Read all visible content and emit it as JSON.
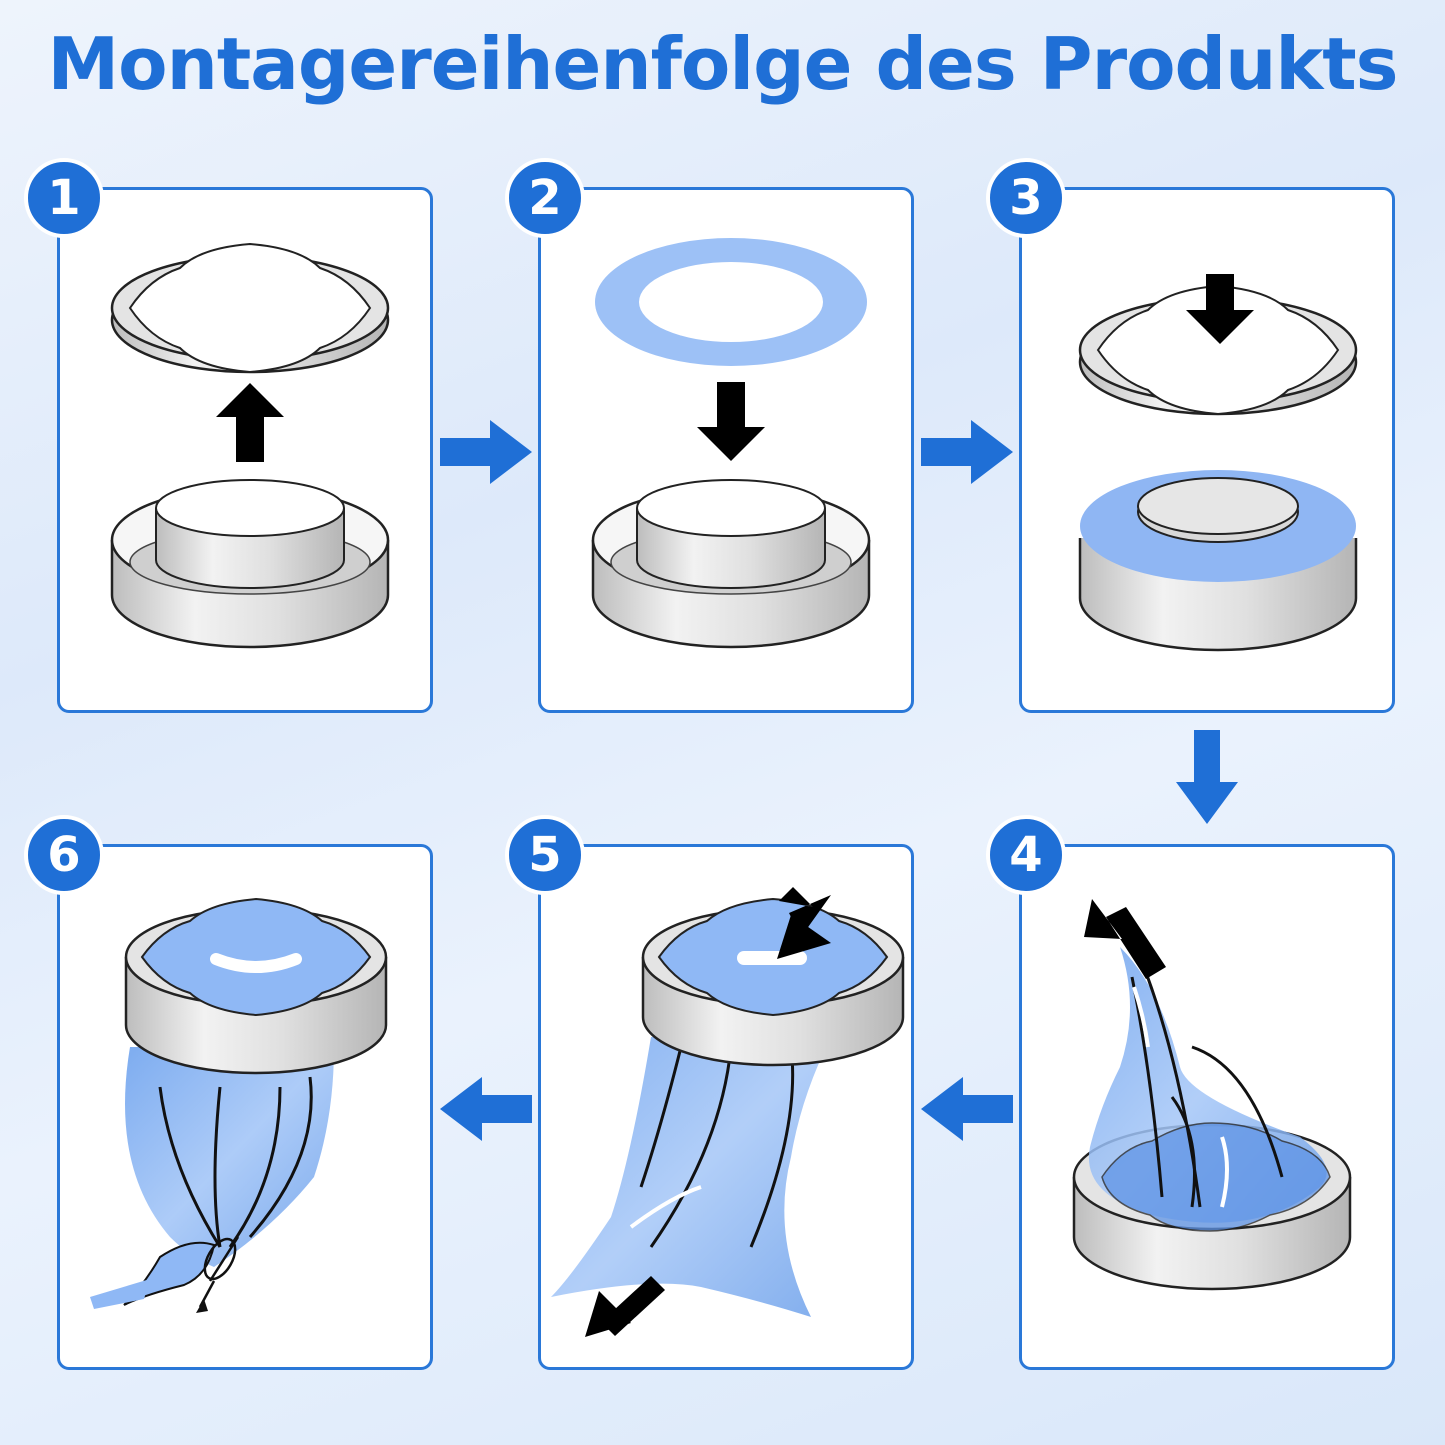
{
  "title": "Montagereihenfolge des Produkts",
  "steps": [
    {
      "number": "1"
    },
    {
      "number": "2"
    },
    {
      "number": "3"
    },
    {
      "number": "4"
    },
    {
      "number": "5"
    },
    {
      "number": "6"
    }
  ],
  "colors": {
    "accent": "#1f6fd6",
    "bag_blue": "#8fb8f5",
    "metal": "#d9d9d9"
  }
}
